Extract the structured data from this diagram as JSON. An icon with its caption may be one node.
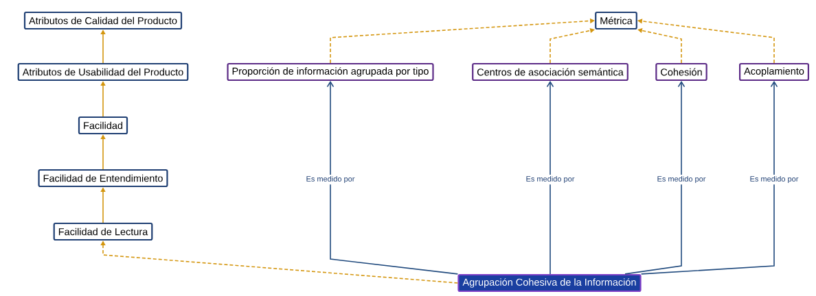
{
  "diagram": {
    "nodes": [
      {
        "text": [
          "Atributos de Calidad del Producto"
        ]
      },
      {
        "text": [
          "Atributos de Usabilidad del Producto"
        ]
      },
      {
        "text": [
          "Facilidad"
        ]
      },
      {
        "text": [
          "Facilidad de Entendimiento"
        ]
      },
      {
        "text": [
          "Facilidad de Lectura"
        ]
      },
      {
        "text": [
          "Métrica"
        ]
      },
      {
        "text": [
          "Proporción de información agrupada por tipo"
        ]
      },
      {
        "text": [
          "Centros de asociación semántica"
        ]
      },
      {
        "text": [
          "Cohesión"
        ]
      },
      {
        "text": [
          "Acoplamiento"
        ]
      },
      {
        "text": [
          "Agrupación Cohesiva de la Información"
        ]
      }
    ],
    "edges": [
      {
        "from": 1,
        "to": 0,
        "arrow": "to"
      },
      {
        "from": 2,
        "to": 1,
        "arrow": "to"
      },
      {
        "from": 3,
        "to": 2,
        "arrow": "to"
      },
      {
        "from": 4,
        "to": 3,
        "arrow": "to"
      },
      {
        "from": 10,
        "to": 4,
        "arrow": "to",
        "style": "dashed"
      },
      {
        "from": 6,
        "to": 5,
        "arrow": "to",
        "style": "dashed"
      },
      {
        "from": 7,
        "to": 5,
        "arrow": "to",
        "style": "dashed"
      },
      {
        "from": 8,
        "to": 5,
        "arrow": "to",
        "style": "dashed"
      },
      {
        "from": 9,
        "to": 5,
        "arrow": "to",
        "style": "dashed"
      },
      {
        "from": 10,
        "to": 6,
        "arrow": "to",
        "label": "Es medido por",
        "color": "#1f497d"
      },
      {
        "from": 10,
        "to": 7,
        "arrow": "to",
        "label": "Es medido por",
        "color": "#1f497d"
      },
      {
        "from": 10,
        "to": 8,
        "arrow": "to",
        "label": "Es medido por",
        "color": "#1f497d"
      },
      {
        "from": 10,
        "to": 9,
        "arrow": "to",
        "label": "Es medido por",
        "color": "#1f497d"
      }
    ]
  }
}
